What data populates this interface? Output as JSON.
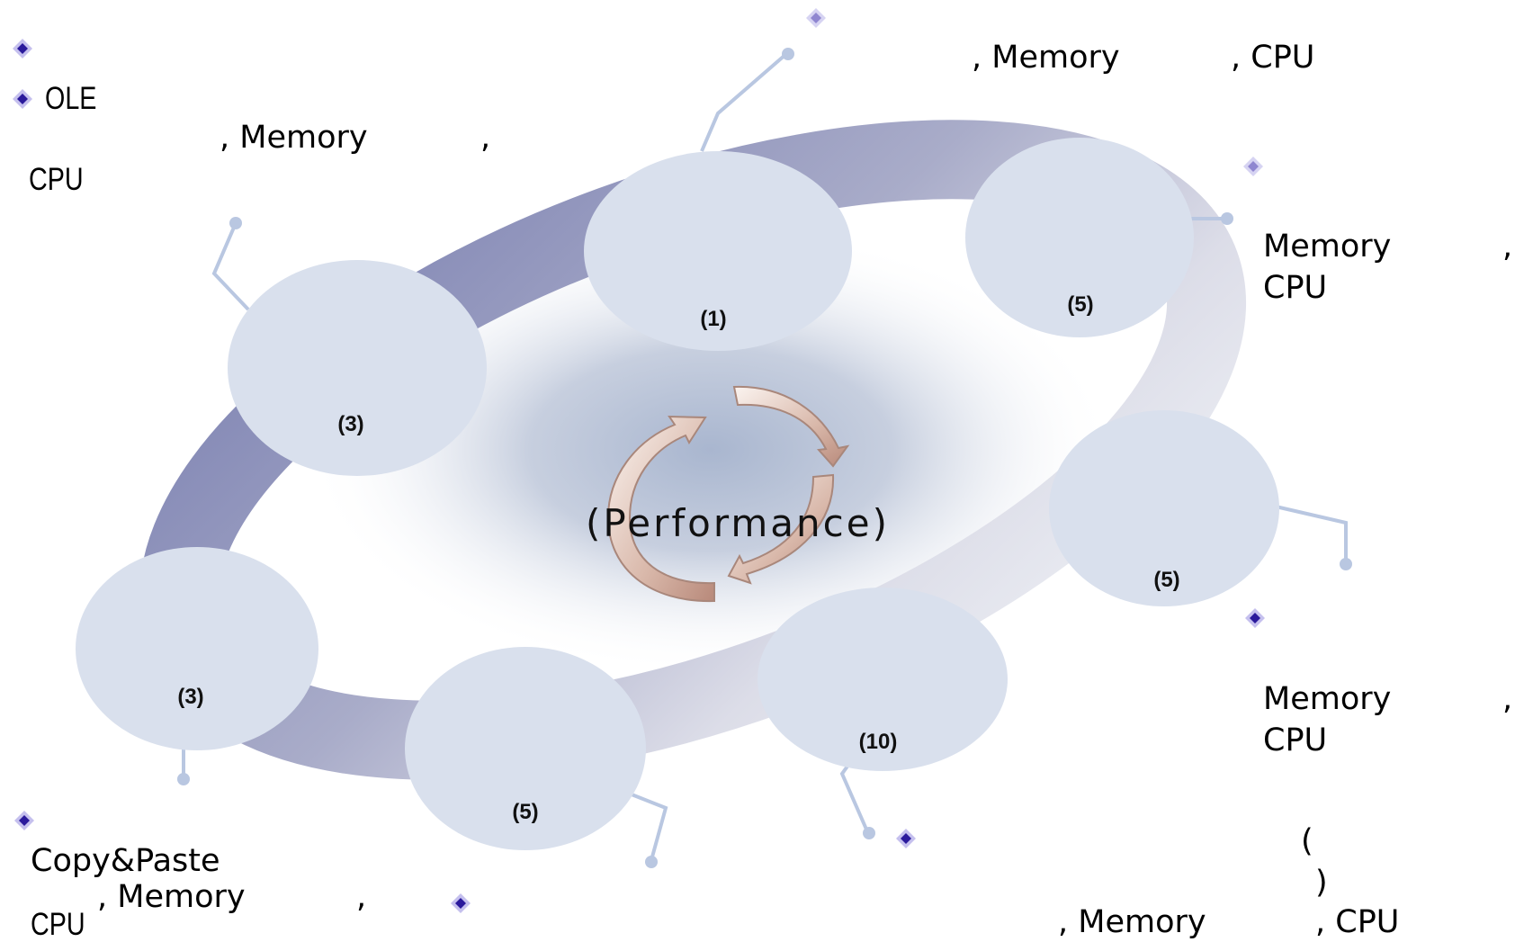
{
  "diagram": {
    "center_label": "(Performance)",
    "nodes": [
      {
        "id": "node-1",
        "label": "(1)"
      },
      {
        "id": "node-5-top",
        "label": "(5)"
      },
      {
        "id": "node-3-upper",
        "label": "(3)"
      },
      {
        "id": "node-5-right",
        "label": "(5)"
      },
      {
        "id": "node-10",
        "label": "(10)"
      },
      {
        "id": "node-5-bottom",
        "label": "(5)"
      },
      {
        "id": "node-3-left",
        "label": "(3)"
      }
    ]
  },
  "annotations": {
    "top_left": {
      "line1": "OLE",
      "line2a": ", Memory",
      "line2b": ",",
      "line3": "CPU"
    },
    "top_center": {
      "memory": ", Memory",
      "cpu": ", CPU"
    },
    "right_upper": {
      "memory": "Memory",
      "comma": ",",
      "cpu": "CPU"
    },
    "right_lower": {
      "memory": "Memory",
      "comma": ",",
      "cpu": "CPU"
    },
    "bottom_right": {
      "paren_open": "(",
      "paren_close": ")",
      "memory": ", Memory",
      "cpu": ", CPU"
    },
    "bottom_left": {
      "line1": "Copy&Paste",
      "memory": ", Memory",
      "comma": ",",
      "cpu": "CPU"
    }
  },
  "colors": {
    "ring_dark": "#8a8fb8",
    "ring_light": "#e6e7f0",
    "node_fill": "#d9e0ed",
    "bullet": "#2b1a9c",
    "connector": "#b9c7e1",
    "arrow": "#c9a79a"
  },
  "icons": {
    "bullet": "diamond-bullet-icon",
    "cycle": "cycle-arrows-icon"
  }
}
